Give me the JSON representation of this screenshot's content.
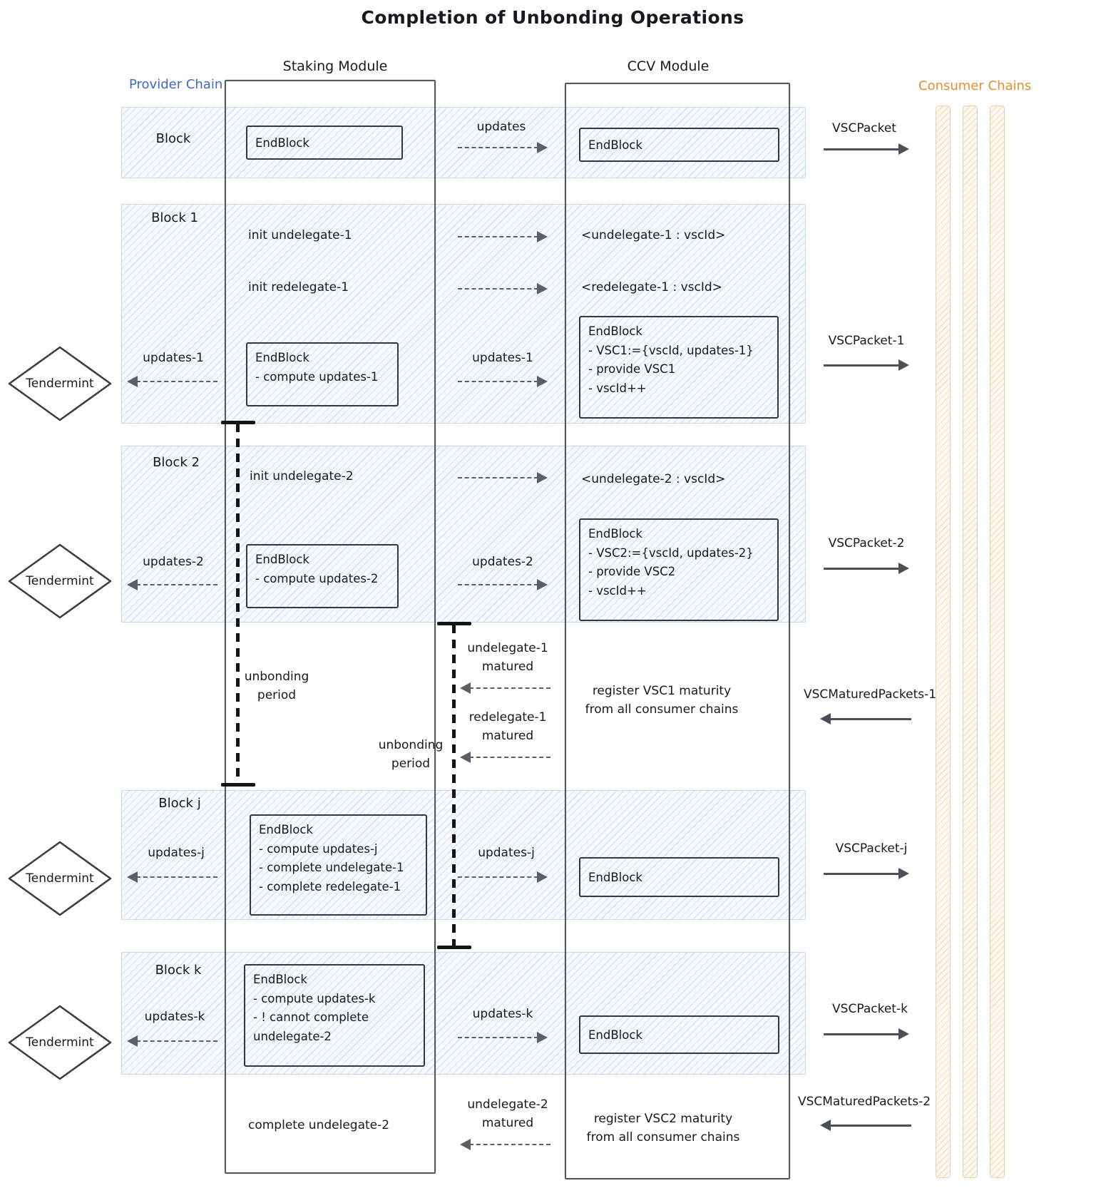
{
  "title": "Completion of Unbonding Operations",
  "headers": {
    "staking": "Staking Module",
    "ccv": "CCV Module"
  },
  "chains": {
    "provider": "Provider Chain",
    "consumer": "Consumer Chains"
  },
  "tendermint_label": "Tendermint",
  "colors": {
    "provider_blue": "#4166cf",
    "consumer_orange": "#e88f2e",
    "band_blue": "#f5f9fd",
    "bar_orange": "#fdf8f2"
  },
  "block0": {
    "label": "Block",
    "stk_box": [
      "EndBlock"
    ],
    "updates": "updates",
    "ccv_box": [
      "EndBlock"
    ],
    "packet": "VSCPacket"
  },
  "block1": {
    "label": "Block 1",
    "init_undelegate": "init undelegate-1",
    "map_undelegate": "<undelegate-1 : vscId>",
    "init_redelegate": "init redelegate-1",
    "map_redelegate": "<redelegate-1 : vscId>",
    "updates_left": "updates-1",
    "updates_right": "updates-1",
    "stk_box": [
      "EndBlock",
      "- compute updates-1"
    ],
    "ccv_box": [
      "EndBlock",
      "- VSC1:={vscId, updates-1}",
      "- provide VSC1",
      "- vscId++"
    ],
    "packet": "VSCPacket-1"
  },
  "block2": {
    "label": "Block 2",
    "init_undelegate": "init undelegate-2",
    "map_undelegate": "<undelegate-2 : vscId>",
    "updates_left": "updates-2",
    "updates_right": "updates-2",
    "stk_box": [
      "EndBlock",
      "- compute updates-2"
    ],
    "ccv_box": [
      "EndBlock",
      "- VSC2:={vscId, updates-2}",
      "- provide VSC2",
      "- vscId++"
    ],
    "packet": "VSCPacket-2"
  },
  "unbonding": {
    "period1": [
      "unbonding",
      "period"
    ],
    "period2": [
      "unbonding",
      "period"
    ],
    "matured_undelegate1": [
      "undelegate-1",
      "matured"
    ],
    "matured_redelegate1": [
      "redelegate-1",
      "matured"
    ],
    "register_vsc1": [
      "register VSC1 maturity",
      "from all consumer chains"
    ],
    "matured_packet1": "VSCMaturedPackets-1"
  },
  "blockj": {
    "label": "Block j",
    "updates_left": "updates-j",
    "updates_right": "updates-j",
    "stk_box": [
      "EndBlock",
      "- compute updates-j",
      "- complete undelegate-1",
      "- complete redelegate-1"
    ],
    "ccv_box": [
      "EndBlock"
    ],
    "packet": "VSCPacket-j"
  },
  "blockk": {
    "label": "Block k",
    "updates_left": "updates-k",
    "updates_right": "updates-k",
    "stk_box": [
      "EndBlock",
      "- compute updates-k",
      "- ! cannot complete",
      "undelegate-2"
    ],
    "ccv_box": [
      "EndBlock"
    ],
    "packet": "VSCPacket-k"
  },
  "final": {
    "complete_undelegate2": "complete undelegate-2",
    "matured_undelegate2": [
      "undelegate-2",
      "matured"
    ],
    "register_vsc2": [
      "register VSC2 maturity",
      "from all consumer chains"
    ],
    "matured_packet2": "VSCMaturedPackets-2"
  }
}
